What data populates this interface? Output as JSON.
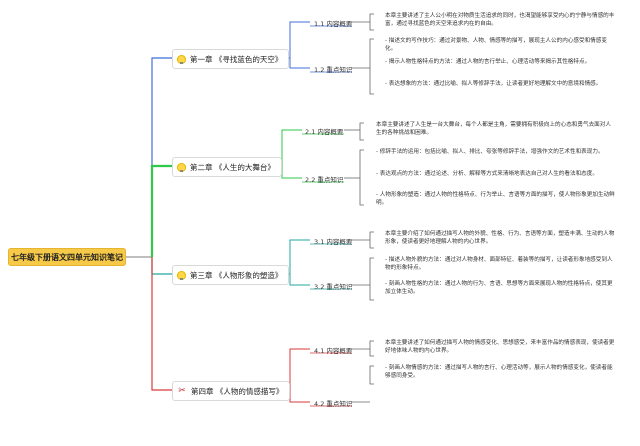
{
  "root": {
    "title": "七年级下册语文四单元知识笔记"
  },
  "chapters": [
    {
      "label": "第一章 《寻找蓝色的天空》",
      "subs": [
        {
          "label": "1.1 内容概要",
          "notes": [
            "本章主要讲述了主人公小明在对物质生活追求的同时，也渴望能够享受内心的宁静与情感的丰富，通过寻找蓝色的天空来追求内在的自由。"
          ]
        },
        {
          "label": "1.2 重点知识",
          "notes": [
            "- 描述文的写作技巧：通过对景物、人物、情感等的描写，展现主人公的内心感受和情感变化。",
            "- 揭示人物性格特点的方法：通过人物的言行举止、心理活动等来揭示其性格特点。",
            "- 表达想象的方法：通过比喻、拟人等修辞手法，让读者更好地理解文中的意境和情感。"
          ]
        }
      ]
    },
    {
      "label": "第二章 《人生的大舞台》",
      "subs": [
        {
          "label": "2.1 内容概要",
          "notes": [
            "本章主要讲述了人生是一台大舞台，每个人都是主角，需要拥有积极向上的心态和勇气去面对人生的各种挑战和困难。"
          ]
        },
        {
          "label": "2.2 重点知识",
          "notes": [
            "- 修辞手法的运用：包括比喻、拟人、排比、夸张等修辞手法，增强作文的艺术性和表现力。",
            "- 表达观点的方法：通过论述、分析、解释等方式来清晰地表达自己对人生的看法和态度。",
            "- 人物形象的塑造：通过人物的性格特点、行为举止、言语等方面的描写，使人物形象更加生动鲜明。"
          ]
        }
      ]
    },
    {
      "label": "第三章 《人物形象的塑造》",
      "subs": [
        {
          "label": "3.1 内容概要",
          "notes": [
            "本章主要介绍了如何通过描写人物的外貌、性格、行为、言语等方面，塑造丰满、生动的人物形象，使读者更好地理解人物的内心世界。"
          ]
        },
        {
          "label": "3.2 重点知识",
          "notes": [
            "- 描述人物外貌的方法：通过对人物身材、面部特征、着装等的描写，让读者形象地感受到人物的形象特点。",
            "- 刻画人物性格的方法：通过人物的行为、言语、思想等方面来展现人物的性格特点，使其更加立体生动。"
          ]
        }
      ]
    },
    {
      "label": "第四章 《人物的情感描写》",
      "subs": [
        {
          "label": "4.1 内容概要",
          "notes": [
            "本章主要讲述了如何通过描写人物的情感变化、思想感受，来丰富作品的情感表现，使读者更好地体味人物的内心世界。"
          ]
        },
        {
          "label": "4.2 重点知识",
          "notes": [
            "- 刻画人物情感的方法：通过描写人物的言行、心理活动等，展示人物的情感变化，使读者能够感同身受。"
          ]
        }
      ]
    }
  ],
  "colors": {
    "ch1": "#3f6fd8",
    "ch2": "#2ec94a",
    "ch3": "#20a8a0",
    "ch4": "#d93a3a",
    "root_fill": "#f7c948"
  },
  "icons": {
    "ch1": "lightbulb-icon",
    "ch2": "lightbulb-icon",
    "ch3": "lightbulb-icon",
    "ch4": "tools-icon"
  }
}
